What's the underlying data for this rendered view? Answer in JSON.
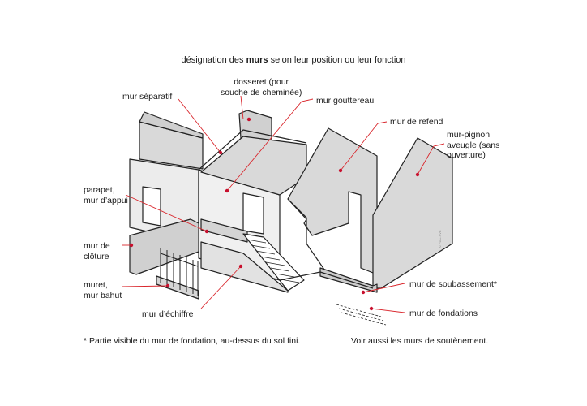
{
  "title": {
    "prefix": "désignation des ",
    "bold": "murs",
    "suffix": " selon leur position ou leur fonction"
  },
  "labels": {
    "dosseret": [
      "dosseret (pour",
      "souche de cheminée)"
    ],
    "mur_separatif": [
      "mur séparatif"
    ],
    "mur_gouttereau": [
      "mur gouttereau"
    ],
    "mur_de_refend": [
      "mur de refend"
    ],
    "mur_pignon": [
      "mur-pignon",
      "aveugle (sans",
      "ouverture)"
    ],
    "parapet": [
      "parapet,",
      "mur d’appui"
    ],
    "mur_de_cloture": [
      "mur de",
      "clôture"
    ],
    "muret": [
      "muret,",
      "mur bahut"
    ],
    "mur_echiffre": [
      "mur d’échiffre"
    ],
    "mur_soubassement": [
      "mur de soubassement*"
    ],
    "mur_fondations": [
      "mur de fondations"
    ]
  },
  "footnote": "* Partie visible du mur de fondation, au-dessus du sol fini.",
  "see_also": "Voir aussi les murs de soutènement.",
  "stamp": "© FDC-SVE",
  "colors": {
    "wall_fill": "#d9d9d9",
    "wall_light": "#eeeeee",
    "outline": "#222222",
    "leader": "#d9262c",
    "dot": "#c8102e"
  }
}
